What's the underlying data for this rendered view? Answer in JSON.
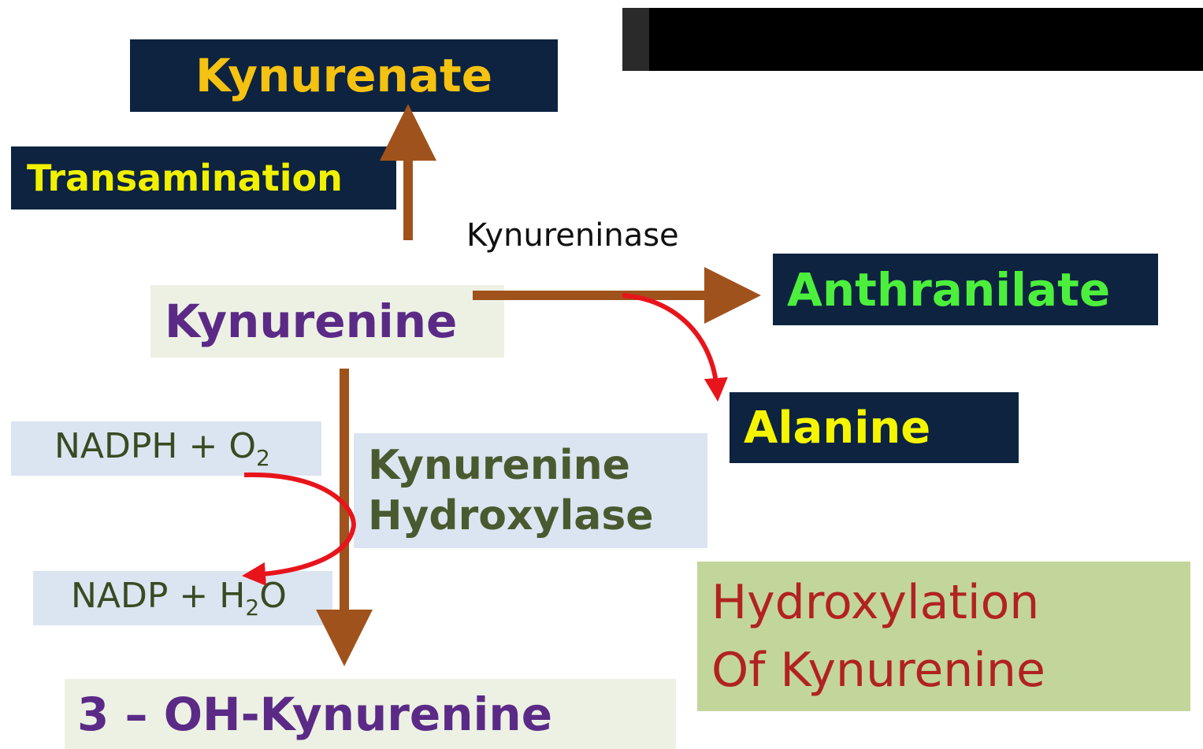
{
  "nodes": {
    "kynurenate": "Kynurenate",
    "transamination": "Transamination",
    "kynurenine": "Kynurenine",
    "anthranilate": "Anthranilate",
    "alanine": "Alanine",
    "product": "3 – OH-Kynurenine"
  },
  "enzymes": {
    "kynureninase": "Kynureninase",
    "hydroxylase_line1": "Kynurenine",
    "hydroxylase_line2": "Hydroxylase"
  },
  "cofactors": {
    "input_base": "NADPH + O",
    "input_sub": "2",
    "output_pre": "NADP + H",
    "output_sub": "2",
    "output_post": "O"
  },
  "note": {
    "line1": "Hydroxylation",
    "line2": "Of   Kynurenine"
  },
  "colors": {
    "navy_box": "#0d2340",
    "pathway_arrow": "#a0521c",
    "cofactor_arrow": "#e8141c",
    "kynurenate_text": "#f5c211",
    "anthranilate_text": "#4cf03c",
    "metabolite_text": "#5b2a86",
    "note_text": "#b22222"
  }
}
